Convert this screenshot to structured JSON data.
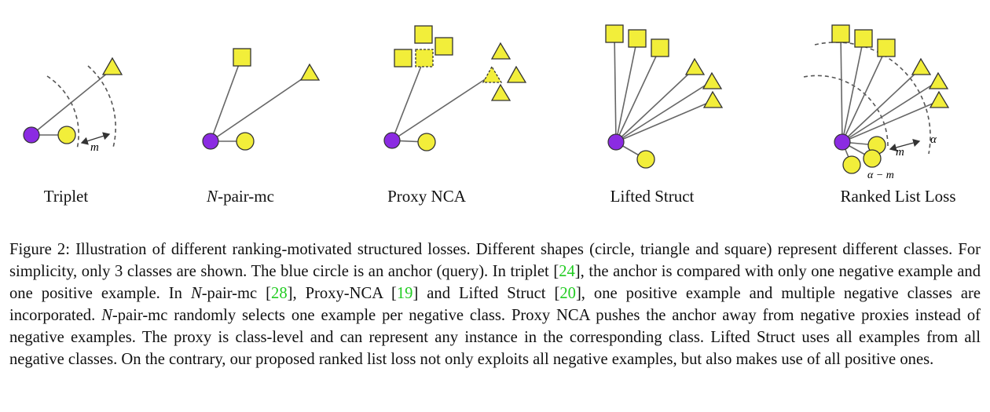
{
  "figure": {
    "panels": [
      {
        "id": "triplet",
        "label": "Triplet",
        "annotations": [
          "m"
        ]
      },
      {
        "id": "npair",
        "label_italic": "N",
        "label_rest": "-pair-mc"
      },
      {
        "id": "proxy",
        "label": "Proxy NCA"
      },
      {
        "id": "lifted",
        "label": "Lifted Struct"
      },
      {
        "id": "rll",
        "label": "Ranked List Loss",
        "annotations": [
          "m",
          "α",
          "α − m"
        ]
      }
    ],
    "colors": {
      "anchor": "#8b2be2",
      "example": "#f2ee3a",
      "stroke": "#333333",
      "line": "#666666",
      "margin": "#555555"
    }
  },
  "caption": {
    "s1": "Figure 2: Illustration of different ranking-motivated structured losses. Different shapes (circle, triangle and square) represent different classes. For simplicity, only 3 classes are shown. The blue circle is an anchor (query). In triplet [",
    "r1": "24",
    "s2": "], the anchor is compared with only one negative example and one positive example. In ",
    "m1": "N",
    "s3": "-pair-mc [",
    "r2": "28",
    "s4": "], Proxy-NCA [",
    "r3": "19",
    "s5": "] and Lifted Struct [",
    "r4": "20",
    "s6": "], one positive example and multiple negative classes are incorporated. ",
    "m2": "N",
    "s7": "-pair-mc randomly selects one example per negative class. Proxy NCA pushes the anchor away from negative proxies instead of negative examples. The proxy is class-level and can represent any instance in the corresponding class. Lifted Struct uses all examples from all negative classes. On the contrary, our proposed ranked list loss not only exploits all negative examples, but also makes use of all positive ones."
  }
}
